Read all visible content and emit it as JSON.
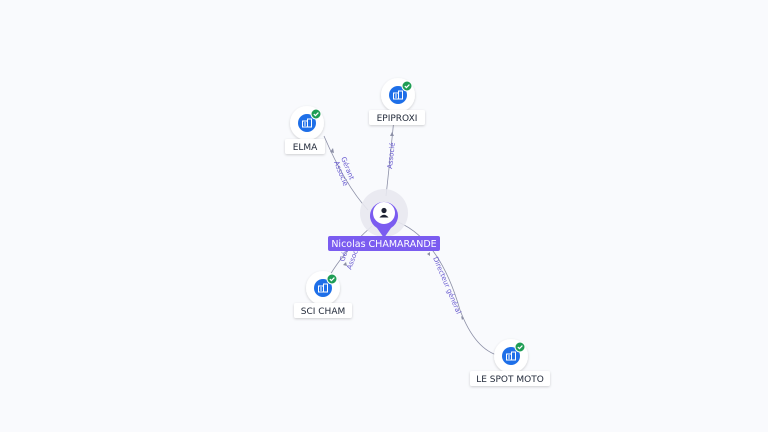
{
  "center": {
    "label": "Nicolas CHAMARANDE",
    "icon": "person-icon",
    "color": "#7b5cf0"
  },
  "companies": [
    {
      "id": "elma",
      "label": "ELMA",
      "icon": "building-icon",
      "verified": true
    },
    {
      "id": "epiproxi",
      "label": "EPIPROXI",
      "icon": "building-icon",
      "verified": true
    },
    {
      "id": "scicham",
      "label": "SCI CHAM",
      "icon": "building-icon",
      "verified": true
    },
    {
      "id": "lespotmoto",
      "label": "LE SPOT MOTO",
      "icon": "building-icon",
      "verified": true
    }
  ],
  "edges": [
    {
      "to": "elma",
      "labels": [
        "Gérant",
        "Associé"
      ]
    },
    {
      "to": "epiproxi",
      "labels": [
        "Associé"
      ]
    },
    {
      "to": "scicham",
      "labels": [
        "Gérant",
        "Associé"
      ]
    },
    {
      "to": "lespotmoto",
      "labels": [
        "Directeur général"
      ]
    }
  ],
  "colors": {
    "company_icon": "#1e6fe8",
    "verified_badge": "#1f9d55",
    "edge": "#8c8fa6",
    "edge_label": "#6a5cd0",
    "background": "#f9fafd"
  }
}
